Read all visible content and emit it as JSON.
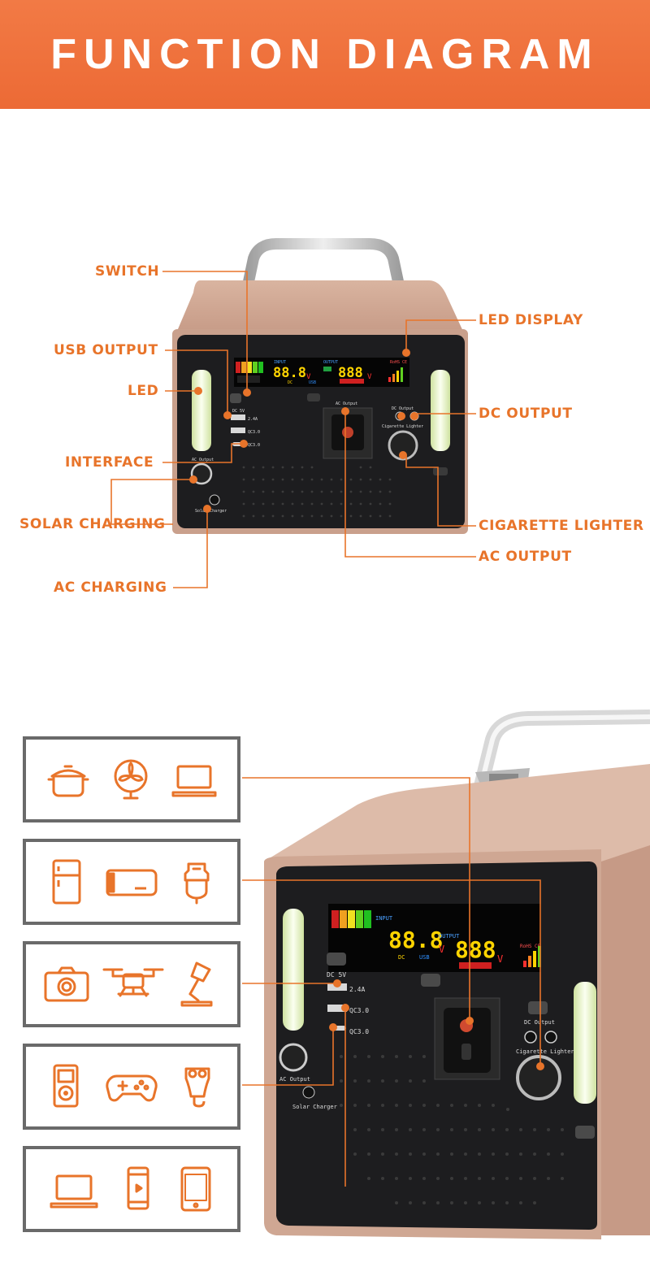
{
  "banner": {
    "title": "FUNCTION DIAGRAM",
    "color": "#ee6f3a"
  },
  "accent_color": "#e8742a",
  "labels": {
    "switch": "SWITCH",
    "usb_output": "USB OUTPUT",
    "led": "LED",
    "interface": "INTERFACE",
    "solar_charging": "SOLAR CHARGING",
    "ac_charging": "AC CHARGING",
    "led_display": "LED DISPLAY",
    "dc_output": "DC OUTPUT",
    "cigarette_lighter": "CIGARETTE LIGHTER",
    "ac_output": "AC OUTPUT"
  },
  "device": {
    "lcd_input_label": "INPUT",
    "lcd_output_label": "OUTPUT",
    "lcd_input_value": "88.8",
    "lcd_output_value": "888",
    "lcd_unit": "V",
    "lcd_dc": "DC",
    "lcd_usb": "USB",
    "lcd_rohs": "RoHS CE",
    "dc_5v": "DC 5V",
    "usb_24a": "2.4A",
    "qc30": "QC3.0",
    "qc30_typec": "QC3.0",
    "ac_output_port": "AC Output",
    "ac_output_left": "AC Output",
    "dc_output_port": "DC Output",
    "cigarette_port": "Cigarette Lighter",
    "solar_port": "Solar Charger"
  },
  "icon_rows": [
    [
      "rice-cooker-icon",
      "fan-icon",
      "laptop-icon"
    ],
    [
      "fridge-icon",
      "power-bank-icon",
      "car-charger-icon"
    ],
    [
      "camera-icon",
      "drone-icon",
      "desk-lamp-icon"
    ],
    [
      "mp3-player-icon",
      "gamepad-icon",
      "shaver-icon"
    ],
    [
      "laptop-icon",
      "phone-icon",
      "tablet-icon"
    ]
  ]
}
